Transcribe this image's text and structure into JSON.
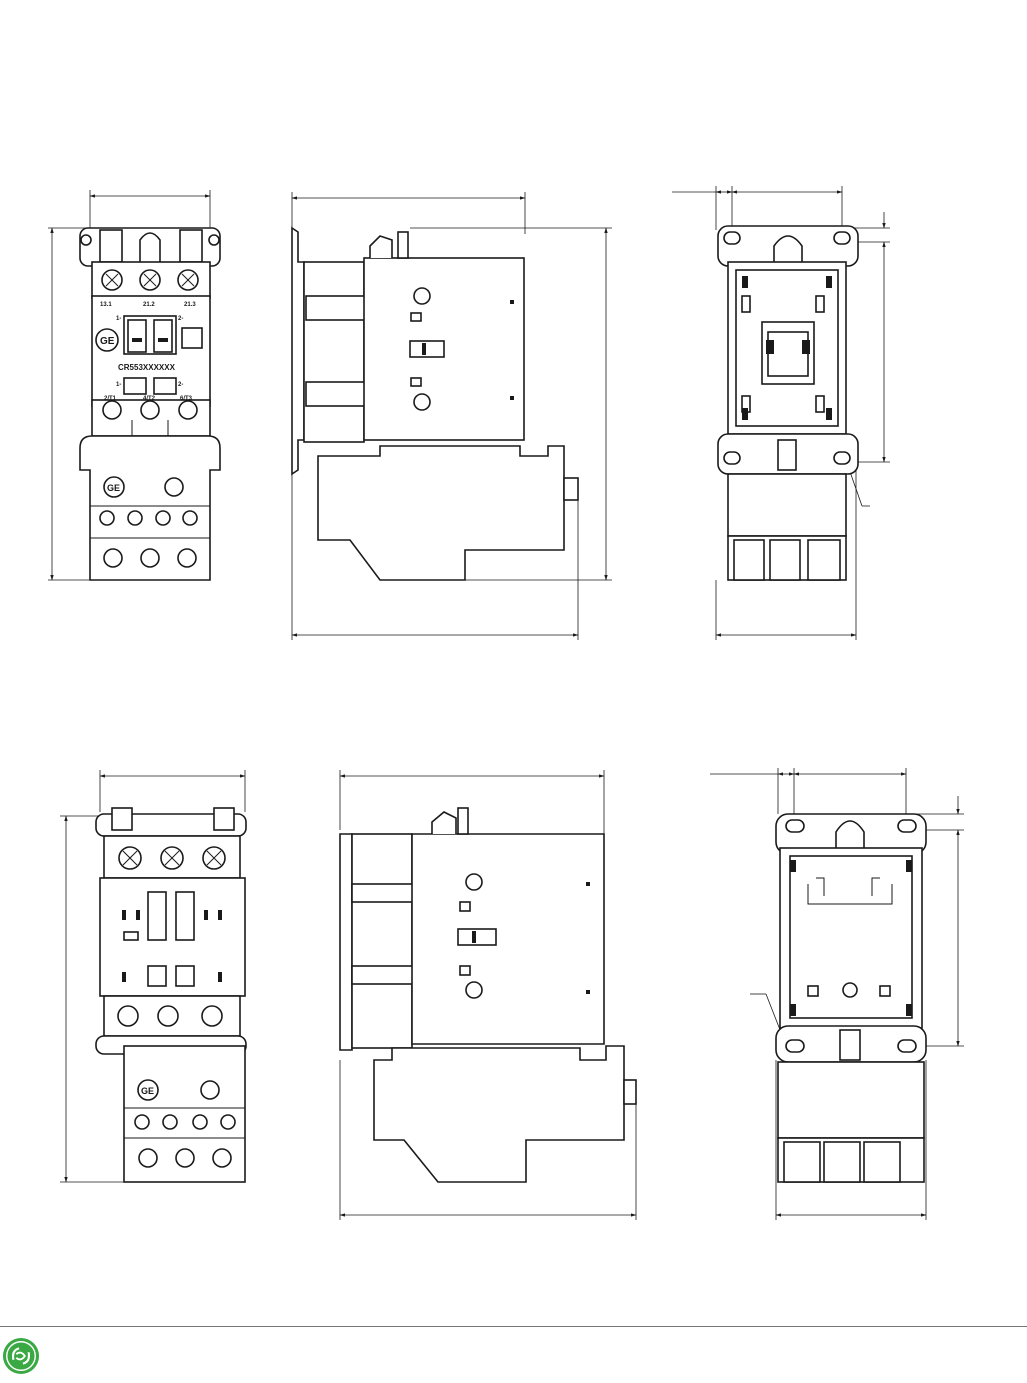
{
  "views": {
    "upper_front": {
      "terminal_labels": [
        "13.1",
        "21.2",
        "21.3",
        "1-",
        "2-",
        "1-",
        "2-",
        "2/T1",
        "4/T2",
        "6/T3"
      ],
      "catalog_number": "CR553XXXXXX",
      "brand_mark": "GE"
    },
    "lower_front": {
      "brand_mark": "GE"
    }
  },
  "colors": {
    "line": "#1a1a1a",
    "logo_green": "#3aa843",
    "rule": "#777777"
  },
  "icons": [
    "ge-logo-icon"
  ]
}
